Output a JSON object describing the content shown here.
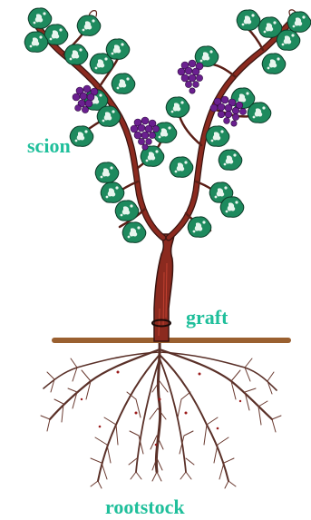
{
  "labels": {
    "scion": "scion",
    "graft": "graft",
    "rootstock": "rootstock"
  },
  "colors": {
    "label": "#1fbf9b",
    "stem": "#8b2a1f",
    "stem_dark": "#3a1410",
    "leaf": "#1e8a5e",
    "leaf_light": "#e8f5ee",
    "grape": "#6a1f8f",
    "ground": "#9a6030",
    "root": "#5a3028"
  },
  "icons": {
    "scion": "vine-scion-icon",
    "rootstock": "root-system-icon",
    "ground": "ground-line"
  }
}
